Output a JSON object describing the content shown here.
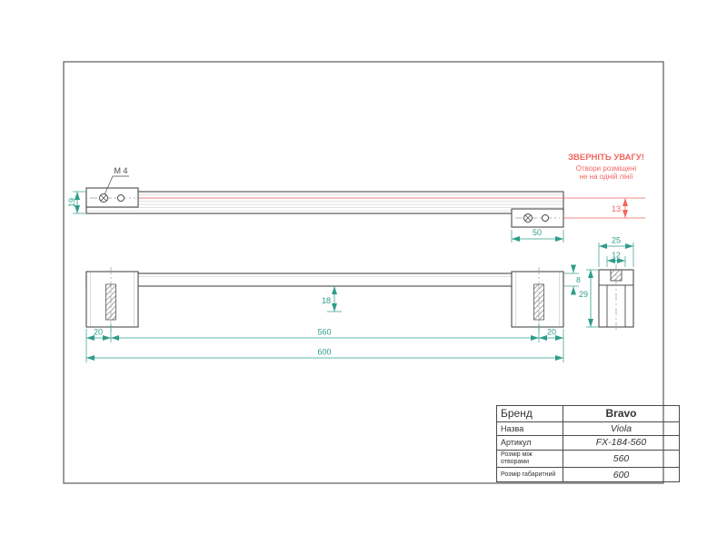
{
  "drawing": {
    "warning": {
      "title": "ЗВЕРНІТЬ УВАГУ!",
      "line1": "Отвори розміщені",
      "line2": "не на одній лінії"
    },
    "labels": {
      "thread": "M 4"
    },
    "dims": {
      "bar_height": "19",
      "hole_offset": "13",
      "end_hole_span": "50",
      "side_width": "25",
      "side_stem": "12",
      "clearance": "18",
      "beam_thickness": "8",
      "foot_height": "29",
      "left_offset": "20",
      "hole_spacing": "560",
      "right_offset": "20",
      "overall_length": "600"
    }
  },
  "title_block": {
    "rows": [
      {
        "label": "Бренд",
        "value": "Bravo"
      },
      {
        "label": "Назва",
        "value": "Viola"
      },
      {
        "label": "Артикул",
        "value": "FX-184-560"
      },
      {
        "label": "Розмір між отворами",
        "value": "560"
      },
      {
        "label": "Розмір габаритний",
        "value": "600"
      }
    ]
  },
  "colors": {
    "dimension": "#2e9d8a",
    "warning": "#f2665f",
    "line": "#4a4a4a",
    "light_line": "#c4c4c4"
  }
}
